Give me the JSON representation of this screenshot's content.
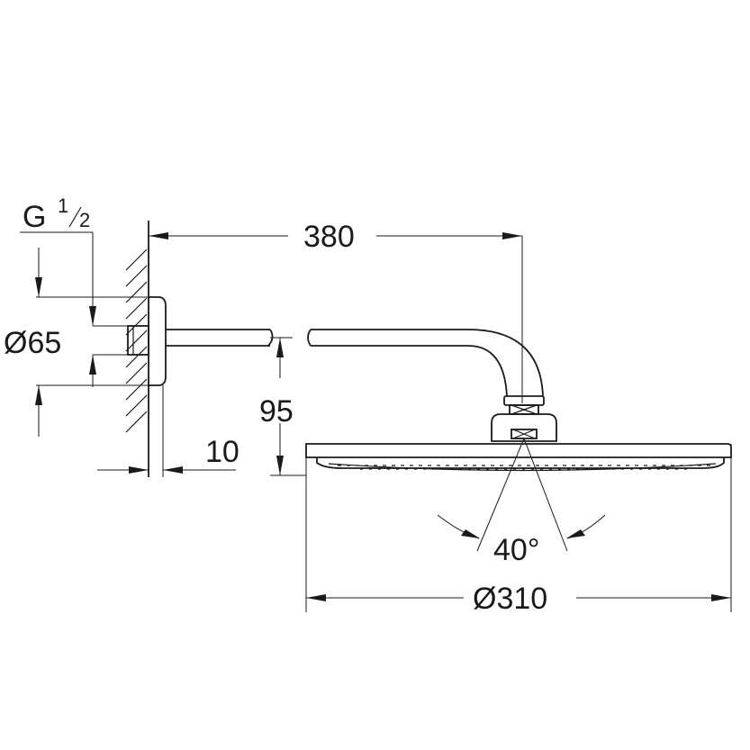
{
  "labels": {
    "thread_g": "G",
    "thread_num": "1",
    "thread_den": "2",
    "dia_65": "Ø65",
    "len_380": "380",
    "height_95": "95",
    "depth_10": "10",
    "angle_40": "40°",
    "dia_310": "Ø310"
  }
}
